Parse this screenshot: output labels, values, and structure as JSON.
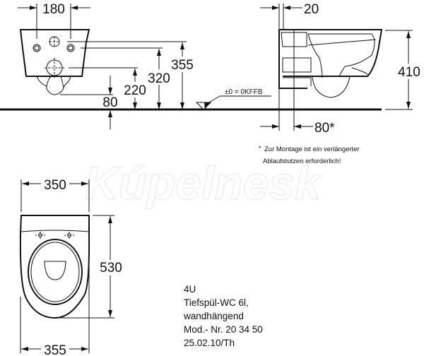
{
  "watermark": "Kúpelnesk",
  "front_view": {
    "dim_width": "180",
    "dim_355": "355",
    "dim_320": "320",
    "dim_220": "220",
    "dim_80": "80"
  },
  "floor_reference": "±0 = 0KFFB",
  "side_view": {
    "dim_20": "20",
    "dim_410": "410",
    "dim_80_star": "80*"
  },
  "note": {
    "star": "*",
    "line1": "Zur Montage ist ein verlängerter",
    "line2": "Ablaufstutzen erforderlich!"
  },
  "top_view": {
    "dim_top_width": "350",
    "dim_bottom_width": "355",
    "dim_length": "530"
  },
  "info": {
    "line1": "4U",
    "line2": "Tiefspül-WC 6l,",
    "line3": "wandhängend",
    "line4": "Mod.- Nr. 20 34 50",
    "line5": "25.02.10/Th"
  }
}
